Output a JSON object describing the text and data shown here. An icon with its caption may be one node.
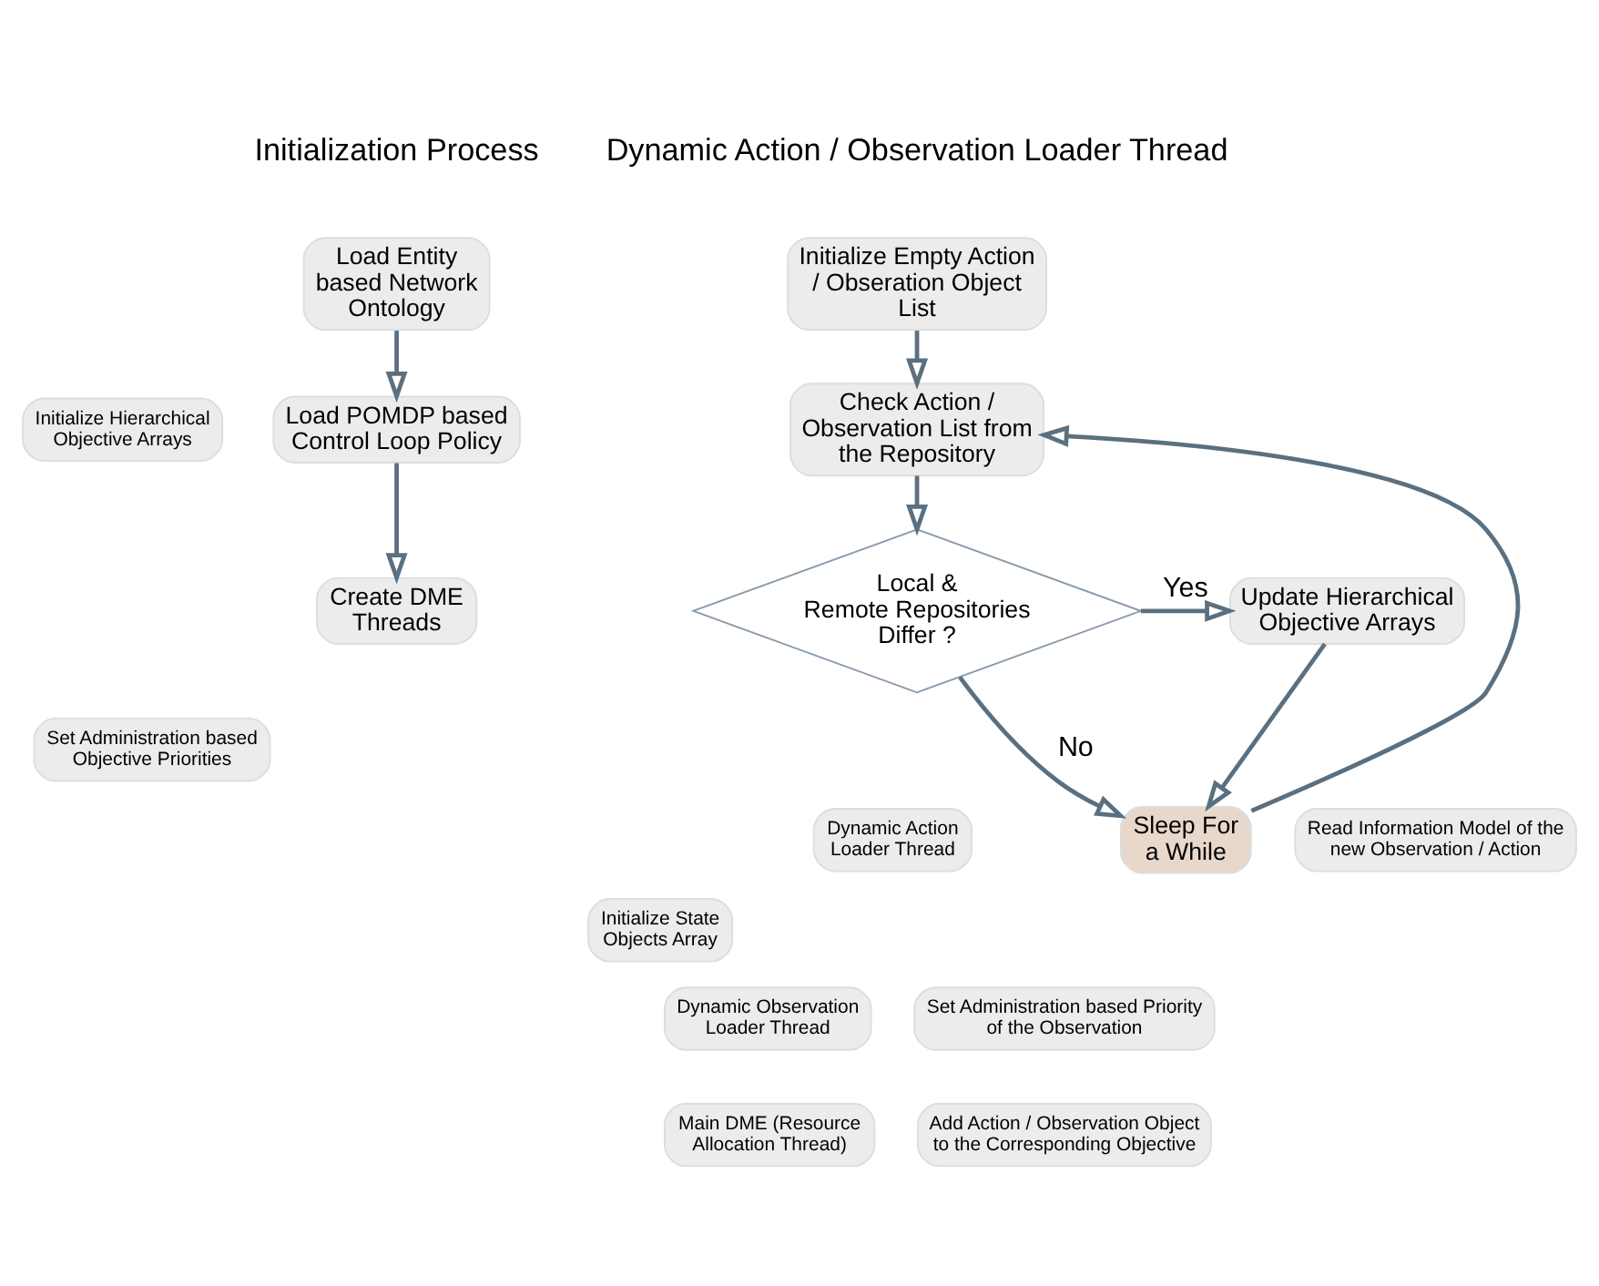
{
  "diagram": {
    "nodes": [
      {
        "text": [
          "Load Entity based Network Ontology"
        ]
      },
      {
        "text": [
          "Initialize Hierarchical Objective Arrays"
        ]
      },
      {
        "text": [
          "Set Administration based Objective Priorities"
        ]
      },
      {
        "text": [
          "Load POMDP based Control Loop Policy"
        ]
      },
      {
        "text": [
          "Initialize State Objects Array"
        ]
      },
      {
        "text": [
          "Create DME Threads"
        ]
      },
      {
        "text": [
          "Dynamic Action Loader Thread"
        ]
      },
      {
        "text": [
          "Dynamic Observation Loader Thread"
        ]
      },
      {
        "text": [
          "Main DME (Resource Allocation Thread)"
        ]
      },
      {
        "text": [
          "Initialize Empty Action / Obseration Object List"
        ]
      },
      {
        "text": [
          "Check Action / Observation List from the Repository"
        ]
      },
      {
        "text": [
          "Local & Remote Repositories Differ ?"
        ]
      },
      {
        "text": [
          "Update Hierarchical Objective Arrays"
        ]
      },
      {
        "text": [
          "Sleep For a While"
        ]
      },
      {
        "text": [
          "Read Information Model of the new Observation / Action"
        ]
      },
      {
        "text": [
          "Set Administration based Priority of the Observation"
        ]
      },
      {
        "text": [
          "Add Action / Observation Object to the Corresponding Objective"
        ]
      }
    ],
    "edges": [
      {
        "from": 0,
        "to": 3,
        "arrow": "to"
      },
      {
        "from": 3,
        "to": 5,
        "arrow": "to"
      },
      {
        "from": 9,
        "to": 10,
        "arrow": "to"
      },
      {
        "from": 10,
        "to": 11,
        "arrow": "to"
      },
      {
        "from": 11,
        "to": 12,
        "arrow": "to",
        "label": "Yes"
      },
      {
        "from": 11,
        "to": 13,
        "arrow": "to",
        "label": "No"
      },
      {
        "from": 12,
        "to": 13,
        "arrow": "to"
      },
      {
        "from": 13,
        "to": 10,
        "arrow": "to"
      }
    ],
    "labels": [
      "Initialization Process",
      "Dynamic Action / Observation Loader Thread"
    ]
  }
}
